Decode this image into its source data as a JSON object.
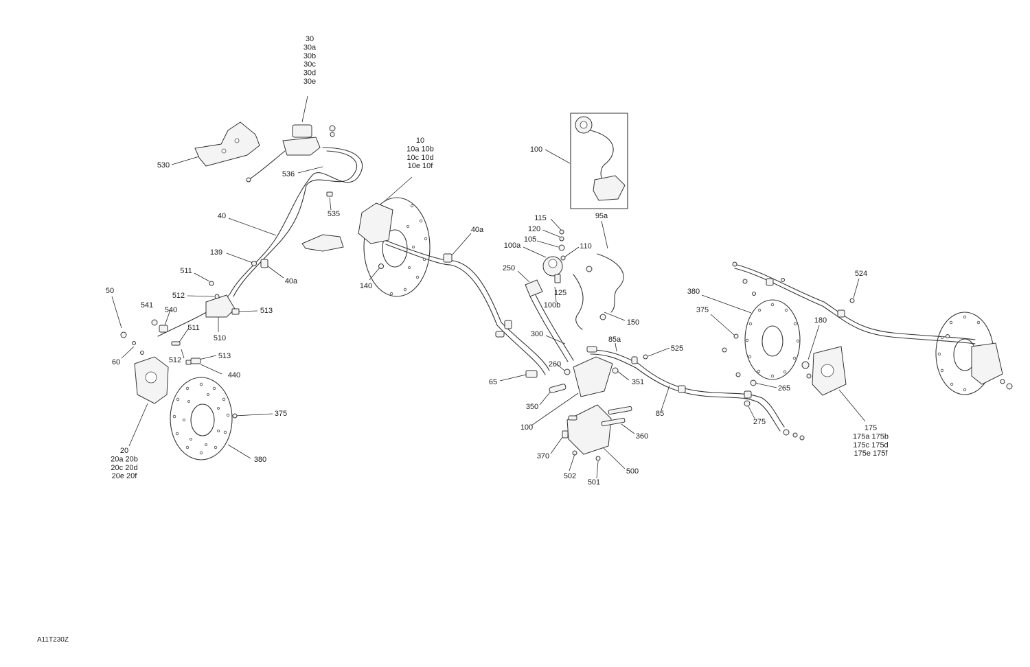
{
  "diagram_code": "A11T230Z",
  "labels": [
    {
      "id": "l30",
      "lines": [
        "30",
        "30a",
        "30b",
        "30c",
        "30d",
        "30e"
      ]
    },
    {
      "id": "l530",
      "lines": [
        "530"
      ]
    },
    {
      "id": "l536",
      "lines": [
        "536"
      ]
    },
    {
      "id": "l10",
      "lines": [
        "10",
        "10a 10b",
        "10c 10d",
        "10e 10f"
      ]
    },
    {
      "id": "l535",
      "lines": [
        "535"
      ]
    },
    {
      "id": "l40",
      "lines": [
        "40"
      ]
    },
    {
      "id": "l139",
      "lines": [
        "139"
      ]
    },
    {
      "id": "l40a_left",
      "lines": [
        "40a"
      ]
    },
    {
      "id": "l511_top",
      "lines": [
        "511"
      ]
    },
    {
      "id": "l512_top",
      "lines": [
        "512"
      ]
    },
    {
      "id": "l513_top",
      "lines": [
        "513"
      ]
    },
    {
      "id": "l50",
      "lines": [
        "50"
      ]
    },
    {
      "id": "l541",
      "lines": [
        "541"
      ]
    },
    {
      "id": "l540",
      "lines": [
        "540"
      ]
    },
    {
      "id": "l511_bottom",
      "lines": [
        "511"
      ]
    },
    {
      "id": "l510",
      "lines": [
        "510"
      ]
    },
    {
      "id": "l60",
      "lines": [
        "60"
      ]
    },
    {
      "id": "l512_bottom",
      "lines": [
        "512"
      ]
    },
    {
      "id": "l513_bottom",
      "lines": [
        "513"
      ]
    },
    {
      "id": "l440",
      "lines": [
        "440"
      ]
    },
    {
      "id": "l375_left",
      "lines": [
        "375"
      ]
    },
    {
      "id": "l20",
      "lines": [
        "20",
        "20a 20b",
        "20c 20d",
        "20e 20f"
      ]
    },
    {
      "id": "l380_left",
      "lines": [
        "380"
      ]
    },
    {
      "id": "l140",
      "lines": [
        "140"
      ]
    },
    {
      "id": "l40a_mid",
      "lines": [
        "40a"
      ]
    },
    {
      "id": "l100_top",
      "lines": [
        "100"
      ]
    },
    {
      "id": "l115",
      "lines": [
        "115"
      ]
    },
    {
      "id": "l120",
      "lines": [
        "120"
      ]
    },
    {
      "id": "l105",
      "lines": [
        "105"
      ]
    },
    {
      "id": "l100a",
      "lines": [
        "100a"
      ]
    },
    {
      "id": "l110",
      "lines": [
        "110"
      ]
    },
    {
      "id": "l95a",
      "lines": [
        "95a"
      ]
    },
    {
      "id": "l250",
      "lines": [
        "250"
      ]
    },
    {
      "id": "l125",
      "lines": [
        "125"
      ]
    },
    {
      "id": "l100b",
      "lines": [
        "100b"
      ]
    },
    {
      "id": "l150",
      "lines": [
        "150"
      ]
    },
    {
      "id": "l300",
      "lines": [
        "300"
      ]
    },
    {
      "id": "l85a",
      "lines": [
        "85a"
      ]
    },
    {
      "id": "l525",
      "lines": [
        "525"
      ]
    },
    {
      "id": "l260",
      "lines": [
        "260"
      ]
    },
    {
      "id": "l65",
      "lines": [
        "65"
      ]
    },
    {
      "id": "l351",
      "lines": [
        "351"
      ]
    },
    {
      "id": "l350",
      "lines": [
        "350"
      ]
    },
    {
      "id": "l85",
      "lines": [
        "85"
      ]
    },
    {
      "id": "l100_bottom",
      "lines": [
        "100"
      ]
    },
    {
      "id": "l360",
      "lines": [
        "360"
      ]
    },
    {
      "id": "l370",
      "lines": [
        "370"
      ]
    },
    {
      "id": "l500",
      "lines": [
        "500"
      ]
    },
    {
      "id": "l502",
      "lines": [
        "502"
      ]
    },
    {
      "id": "l501",
      "lines": [
        "501"
      ]
    },
    {
      "id": "l380_right",
      "lines": [
        "380"
      ]
    },
    {
      "id": "l375_right",
      "lines": [
        "375"
      ]
    },
    {
      "id": "l180",
      "lines": [
        "180"
      ]
    },
    {
      "id": "l265",
      "lines": [
        "265"
      ]
    },
    {
      "id": "l275",
      "lines": [
        "275"
      ]
    },
    {
      "id": "l175",
      "lines": [
        "175",
        "175a 175b",
        "175c 175d",
        "175e 175f"
      ]
    },
    {
      "id": "l524",
      "lines": [
        "524"
      ]
    }
  ]
}
